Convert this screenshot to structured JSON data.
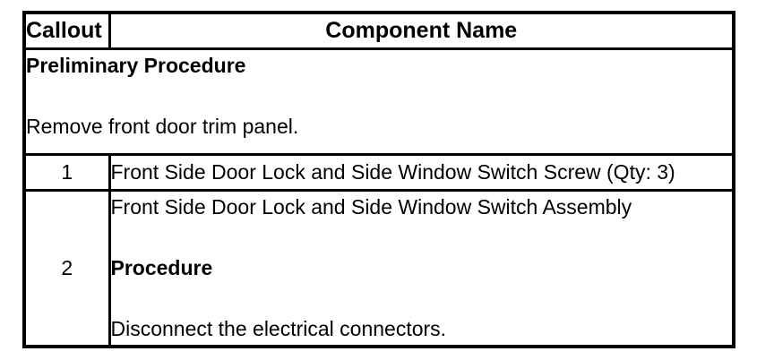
{
  "table": {
    "headers": [
      "Callout",
      "Component Name"
    ],
    "preliminary": {
      "title": "Preliminary Procedure",
      "instruction": "Remove front door trim panel."
    },
    "rows": [
      {
        "callout": "1",
        "component": "Front Side Door Lock and Side Window Switch Screw (Qty: 3)"
      },
      {
        "callout": "2",
        "component": "Front Side Door Lock and Side Window Switch Assembly",
        "procedure_heading": "Procedure",
        "procedure_instruction": "Disconnect the electrical connectors."
      }
    ],
    "colors": {
      "border": "#000000",
      "text": "#000000",
      "background": "#ffffff"
    }
  }
}
